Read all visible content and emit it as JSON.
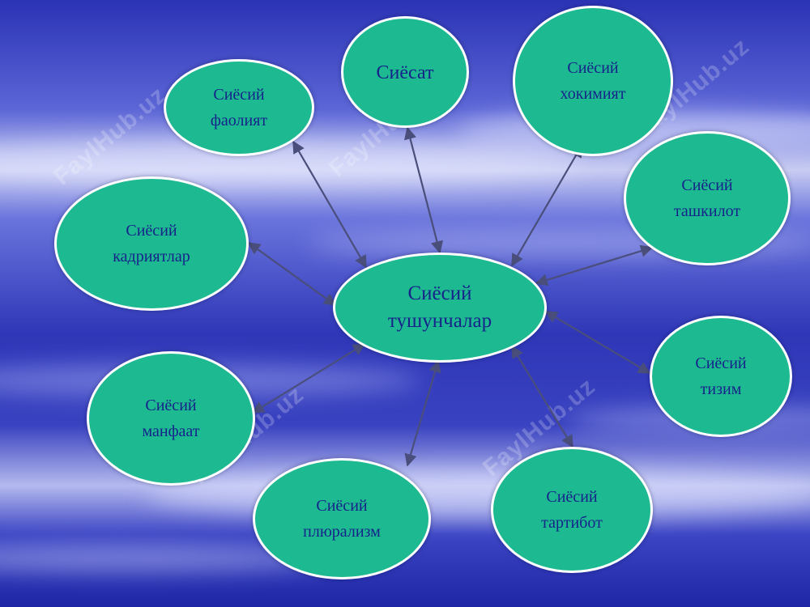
{
  "diagram": {
    "center": {
      "line1": "Сиёсий",
      "line2": "тушунчалар"
    },
    "nodes": {
      "faoliyat": {
        "line1": "Сиёсий",
        "line2": "фаолият"
      },
      "siyosat": {
        "line1": "Сиёсат"
      },
      "hokimiyat": {
        "line1": "Сиёсий",
        "line2": "хокимият"
      },
      "tashkilot": {
        "line1": "Сиёсий",
        "line2": "ташкилот"
      },
      "qadriyatlar": {
        "line1": "Сиёсий",
        "line2": "кадриятлар"
      },
      "tizim": {
        "line1": "Сиёсий",
        "line2": "тизим"
      },
      "manfaat": {
        "line1": "Сиёсий",
        "line2": "манфаат"
      },
      "plyuralizm": {
        "line1": "Сиёсий",
        "line2": "плюрализм"
      },
      "tartibot": {
        "line1": "Сиёсий",
        "line2": "тартибот"
      }
    }
  },
  "watermark": "FaylHub.uz",
  "colors": {
    "node_fill": "#1dba92",
    "node_text": "#16248a",
    "node_border": "#ffffff",
    "arrow": "#4a4e7a",
    "background": "#2f36b8"
  }
}
